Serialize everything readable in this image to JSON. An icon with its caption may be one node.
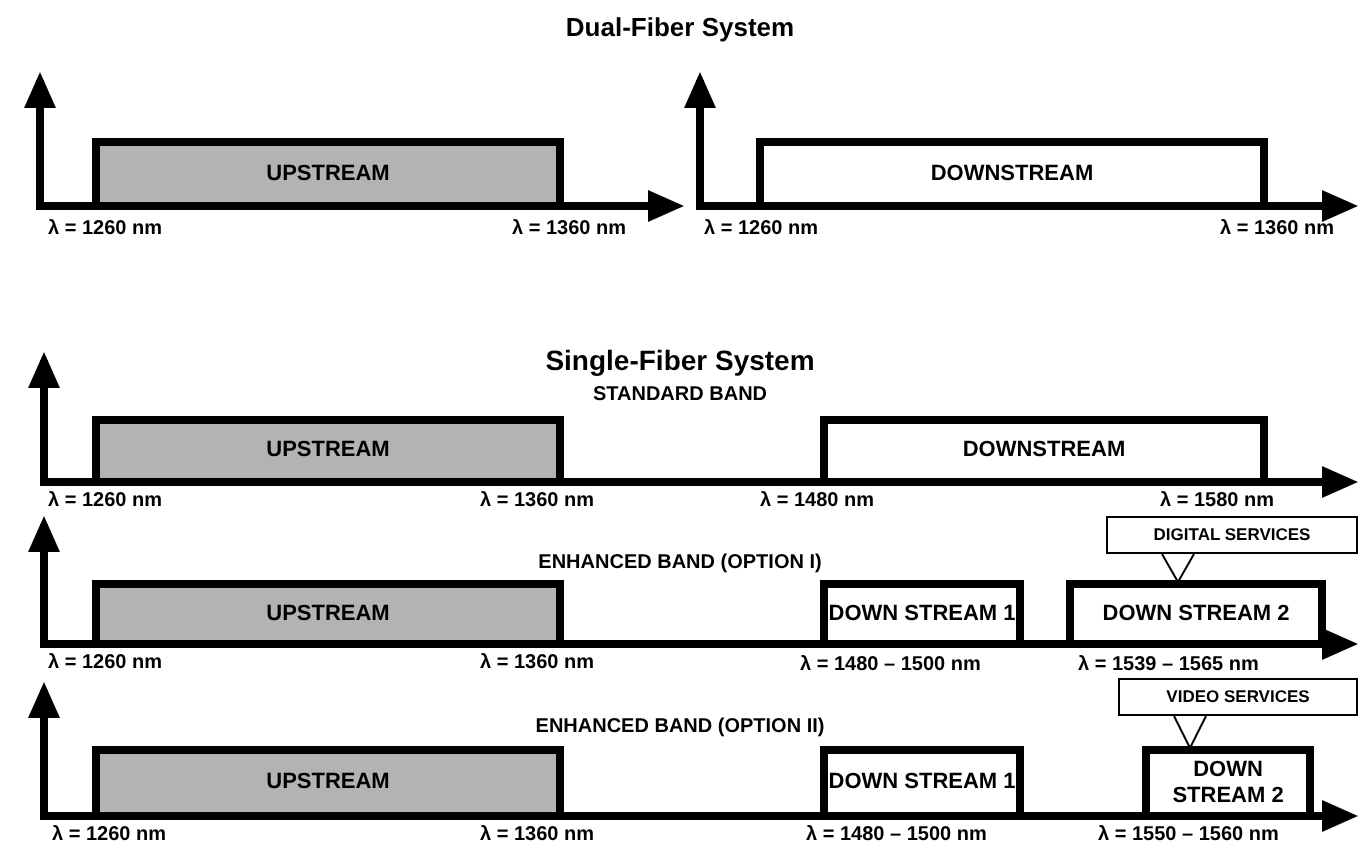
{
  "diagram": {
    "nodes": [
      {
        "text": [
          "UPSTREAM"
        ]
      },
      {
        "text": [
          "DOWNSTREAM"
        ]
      },
      {
        "text": [
          "UPSTREAM"
        ]
      },
      {
        "text": [
          "DOWNSTREAM"
        ]
      },
      {
        "text": [
          "DIGITAL SERVICES"
        ]
      },
      {
        "text": [
          "UPSTREAM"
        ]
      },
      {
        "text": [
          "DOWN STREAM 1"
        ]
      },
      {
        "text": [
          "DOWN STREAM 2"
        ]
      },
      {
        "text": [
          "VIDEO SERVICES"
        ]
      },
      {
        "text": [
          "UPSTREAM"
        ]
      },
      {
        "text": [
          "DOWN STREAM 1"
        ]
      },
      {
        "text": [
          "DOWN STREAM 2"
        ]
      }
    ],
    "edges": [
      {
        "from": 4,
        "to": 7,
        "arrow": "none"
      },
      {
        "from": 8,
        "to": 11,
        "arrow": "none"
      }
    ],
    "labels": [
      "Dual-Fiber System",
      "λ = 1260 nm",
      "λ = 1360 nm",
      "λ = 1260 nm",
      "λ = 1360 nm",
      "Single-Fiber System",
      "STANDARD BAND",
      "λ = 1260 nm",
      "λ = 1360 nm",
      "λ = 1480 nm",
      "λ = 1580 nm",
      "ENHANCED BAND (OPTION I)",
      "λ = 1260 nm",
      "λ = 1360 nm",
      "λ = 1480 – 1500 nm",
      "λ = 1539 – 1565 nm",
      "ENHANCED BAND (OPTION II)",
      "λ = 1260 nm",
      "λ = 1360 nm",
      "λ = 1480 – 1500 nm",
      "λ = 1550 – 1560 nm"
    ]
  }
}
